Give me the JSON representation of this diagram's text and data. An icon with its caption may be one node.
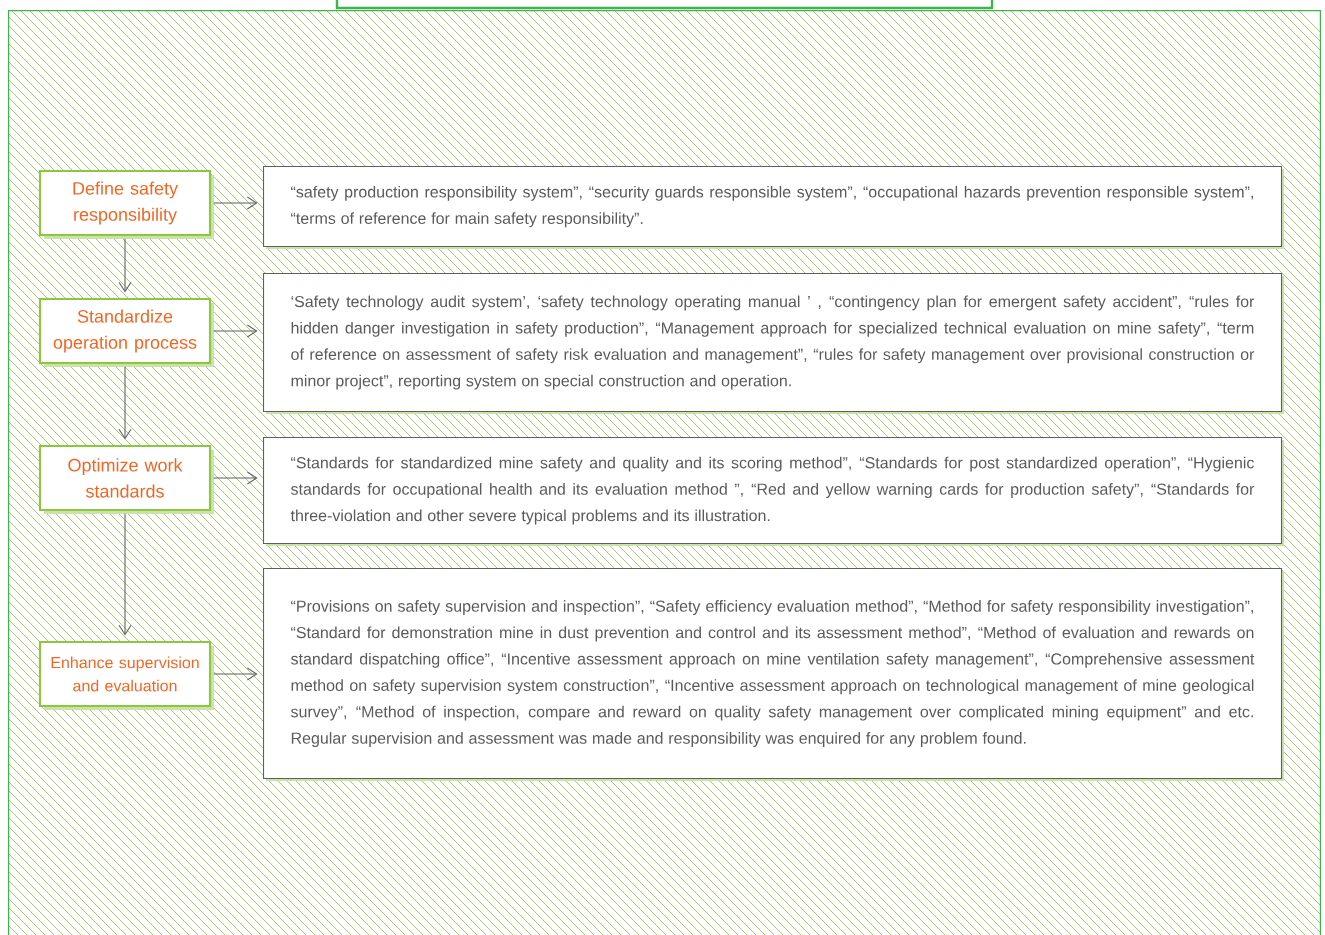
{
  "diagram": {
    "nodes": [
      {
        "text": [
          "Define safety responsibility"
        ]
      },
      {
        "text": [
          "Standardize operation process"
        ]
      },
      {
        "text": [
          "Optimize work standards"
        ]
      },
      {
        "text": [
          "Enhance supervision and evaluation"
        ]
      },
      {
        "text": [
          "“safety production responsibility system”, “security guards responsible system”, “occupational hazards prevention responsible system”, “terms of reference for main safety responsibility”."
        ]
      },
      {
        "text": [
          "‘Safety technology audit system’, ‘safety technology operating manual ’ , “contingency plan for emergent safety accident”, “rules for hidden danger investigation in safety production”, “Management approach for specialized technical evaluation on mine safety”, “term of reference on assessment of safety risk evaluation and management”, “rules for safety management over provisional construction or minor project”, reporting system on special construction and operation."
        ]
      },
      {
        "text": [
          "“Standards for standardized mine safety and quality and its scoring method”, “Standards for post standardized operation”, “Hygienic standards for occupational health and its evaluation method ”, “Red and yellow warning cards for production safety”, “Standards for three-violation and other severe typical problems and its illustration."
        ]
      },
      {
        "text": [
          "“Provisions on safety supervision and inspection”, “Safety efficiency evaluation method”, “Method for safety responsibility investigation”, “Standard for demonstration mine in dust prevention and control and its assessment method”, “Method of evaluation and rewards on standard dispatching office”, “Incentive assessment approach on mine ventilation safety management”, “Comprehensive assessment method on safety supervision system construction”, “Incentive assessment approach on technological management of mine geological survey”, “Method of inspection, compare and reward on quality safety management over complicated mining equipment” and etc. Regular supervision and assessment was made and responsibility was enquired for any problem found."
        ]
      }
    ],
    "edges": [
      {
        "from": 0,
        "to": 1,
        "arrow": "to"
      },
      {
        "from": 1,
        "to": 2,
        "arrow": "to"
      },
      {
        "from": 2,
        "to": 3,
        "arrow": "to"
      },
      {
        "from": 0,
        "to": 4,
        "arrow": "to"
      },
      {
        "from": 1,
        "to": 5,
        "arrow": "to"
      },
      {
        "from": 2,
        "to": 6,
        "arrow": "to"
      },
      {
        "from": 3,
        "to": 7,
        "arrow": "to"
      }
    ]
  }
}
